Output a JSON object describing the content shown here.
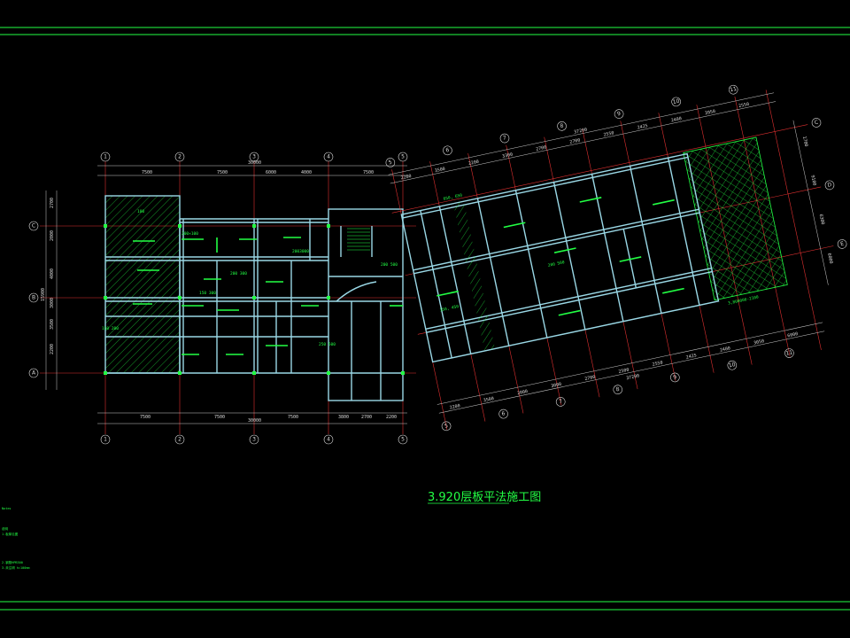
{
  "drawing": {
    "title": "3.920层板平法施工图",
    "colors": {
      "background": "#000000",
      "frame": "#22ff44",
      "beam": "#9ad8e6",
      "grid": "#e03030",
      "dim": "#dddddd",
      "hatch": "#22ff44",
      "tag": "#22ff44"
    },
    "left_block": {
      "top_total": "30000",
      "top_dims": [
        "7500",
        "7500",
        "6000",
        "4000",
        "7500"
      ],
      "bottom_total": "30000",
      "bottom_dims": [
        "7500",
        "7500",
        "7500",
        "3800",
        "2700",
        "2200"
      ],
      "col_axes": [
        "1",
        "2",
        "3",
        "4",
        "5"
      ],
      "row_axes": [
        "C",
        "B",
        "A"
      ],
      "left_total": "15900",
      "left_dims": [
        "2700",
        "2000",
        "4000",
        "3000",
        "3500",
        "2200"
      ],
      "tags": [
        "100",
        "200×100",
        "150 300",
        "2003000",
        "200 300",
        "150 200",
        "250 500",
        "200 500"
      ]
    },
    "right_block": {
      "col_axes": [
        "5",
        "6",
        "7",
        "8",
        "9",
        "10",
        "11"
      ],
      "row_axes": [
        "C",
        "D",
        "E"
      ],
      "top_total": "37200",
      "top_dims": [
        "2200",
        "3500",
        "2200",
        "3300",
        "2700",
        "2700",
        "2550",
        "2425",
        "2400",
        "3950",
        "2550"
      ],
      "bottom_total": "37200",
      "bottom_dims": [
        "2200",
        "3500",
        "2000",
        "3000",
        "2700",
        "2500",
        "2550",
        "2425",
        "2400",
        "3050",
        "6000"
      ],
      "right_dims": [
        "1700",
        "9100",
        "6300",
        "6000"
      ],
      "tags": [
        "650, 650",
        "150, 450",
        "200 500",
        "3,800000-2100"
      ]
    },
    "notes": [
      "Notes",
      "说明",
      "1.板厚见图",
      "2.钢筋HPB300",
      "3.未注明 h=100mm"
    ]
  }
}
